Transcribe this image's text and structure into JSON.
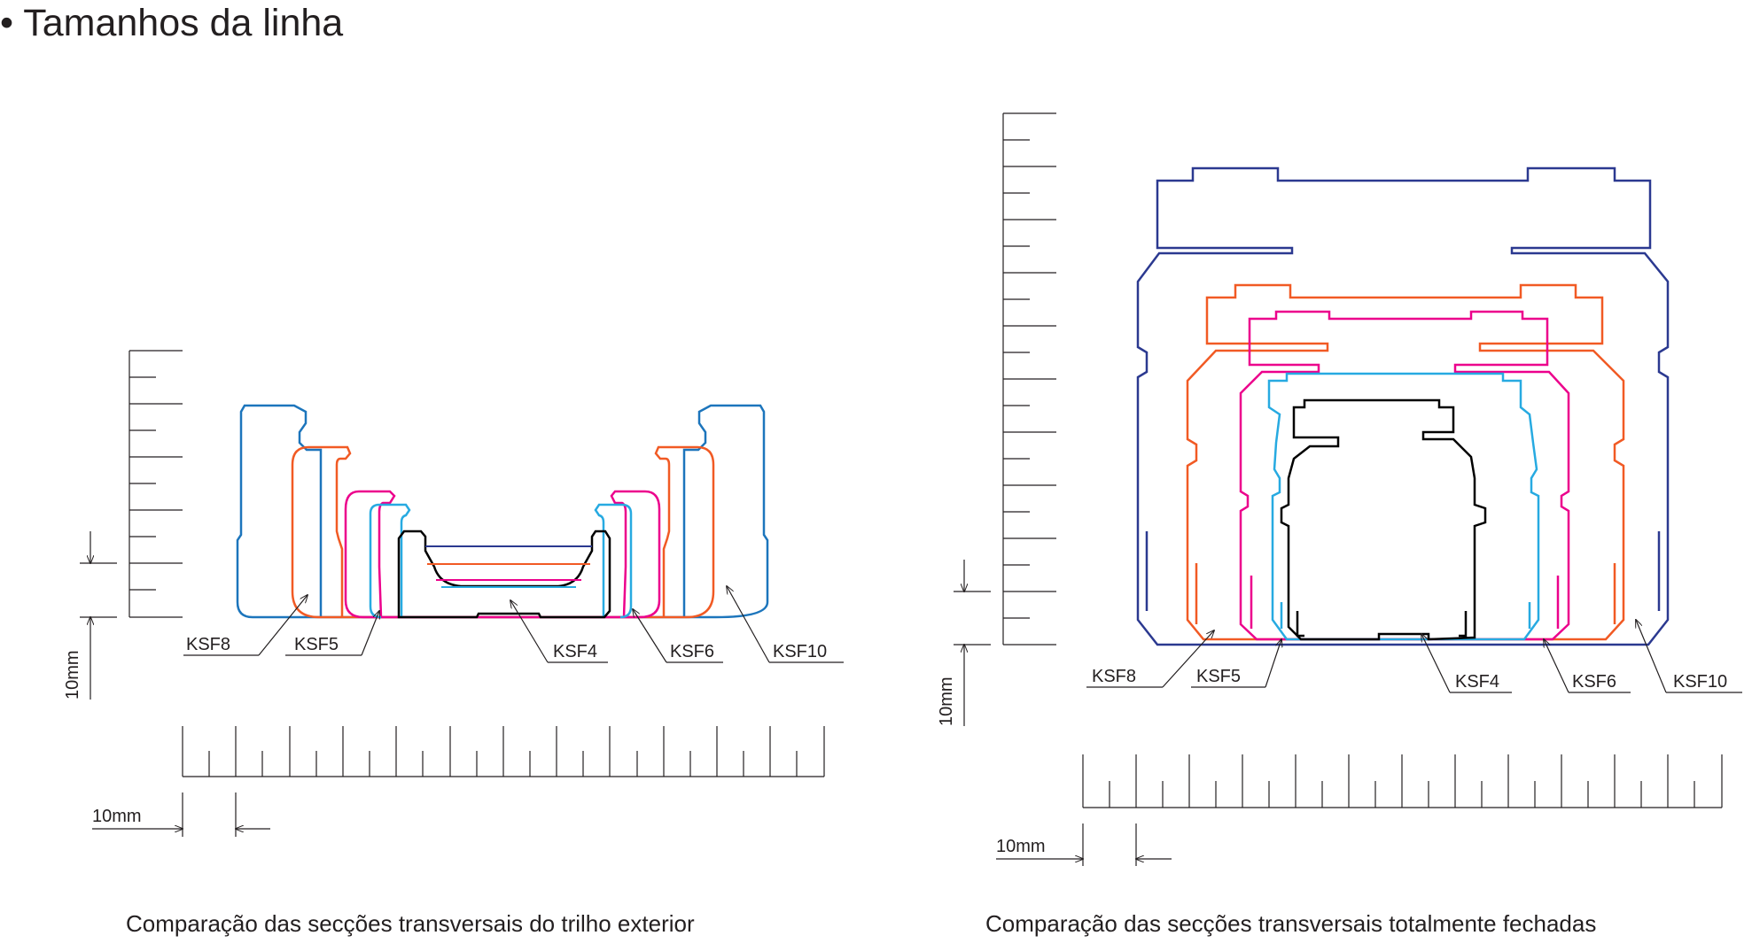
{
  "title": "• Tamanhos da linha",
  "scale_unit": "10mm",
  "left_figure": {
    "caption": "Comparação das secções transversais do trilho exterior",
    "labels": {
      "ksf8": "KSF8",
      "ksf5": "KSF5",
      "ksf4": "KSF4",
      "ksf6": "KSF6",
      "ksf10": "KSF10"
    }
  },
  "right_figure": {
    "caption": "Comparação das secções transversais totalmente fechadas",
    "labels": {
      "ksf8": "KSF8",
      "ksf5": "KSF5",
      "ksf4": "KSF4",
      "ksf6": "KSF6",
      "ksf10": "KSF10"
    }
  },
  "colors": {
    "ink": "#231f20",
    "ksf10": "#2b3990",
    "ksf10_left": "#1c75bc",
    "ksf8": "#f15a24",
    "ksf6": "#ec008c",
    "ksf5": "#27aae1",
    "ksf4": "#000000"
  }
}
